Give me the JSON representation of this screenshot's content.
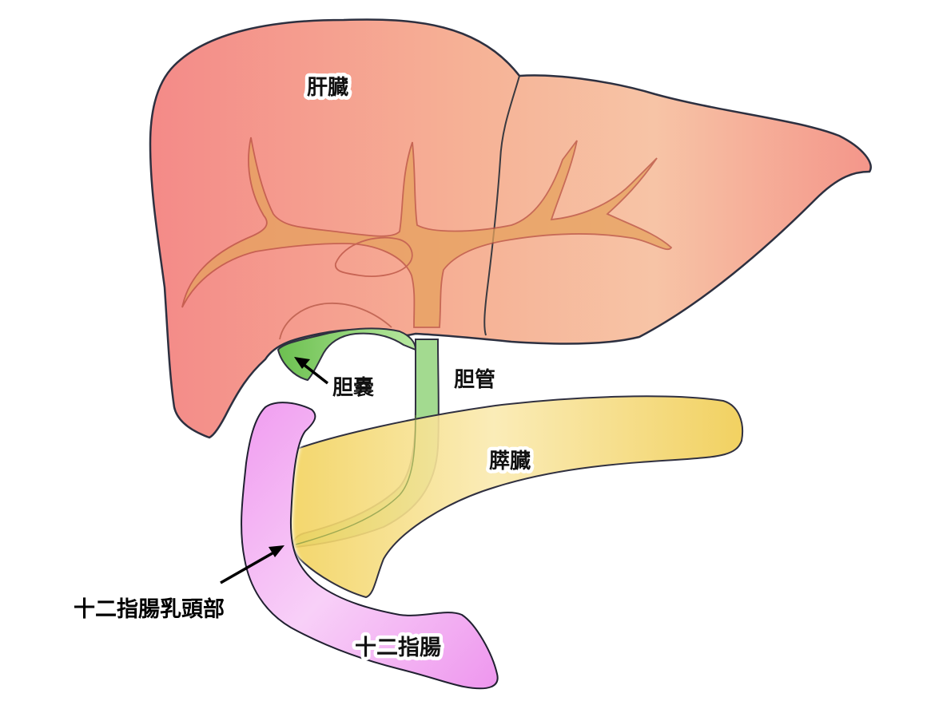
{
  "labels": {
    "liver": "肝臓",
    "gallbladder": "胆嚢",
    "bile_duct": "胆管",
    "pancreas": "膵臓",
    "duodenal_papilla": "十二指腸乳頭部",
    "duodenum": "十二指腸"
  },
  "colors": {
    "liver_left": "#f59090",
    "liver_right": "#f5c0a0",
    "bile_tree": "#e8a060",
    "gallbladder": "#8cd070",
    "bile_duct": "#8fd47a",
    "pancreas": "#f0d060",
    "duodenum": "#f0a0f0",
    "outline": "#303040"
  }
}
